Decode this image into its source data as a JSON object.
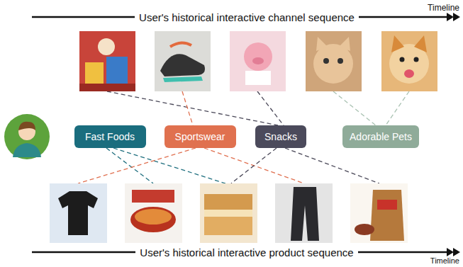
{
  "diagram": {
    "nodes": [
      {
        "text": [
          "Fast Foods"
        ]
      },
      {
        "text": [
          "Sportswear"
        ]
      },
      {
        "text": [
          "Snacks"
        ]
      },
      {
        "text": [
          "Adorable Pets"
        ]
      }
    ],
    "labels": [
      "User's historical interactive channel sequence",
      "Timeline",
      "User's historical interactive product sequence",
      "Timeline"
    ]
  }
}
